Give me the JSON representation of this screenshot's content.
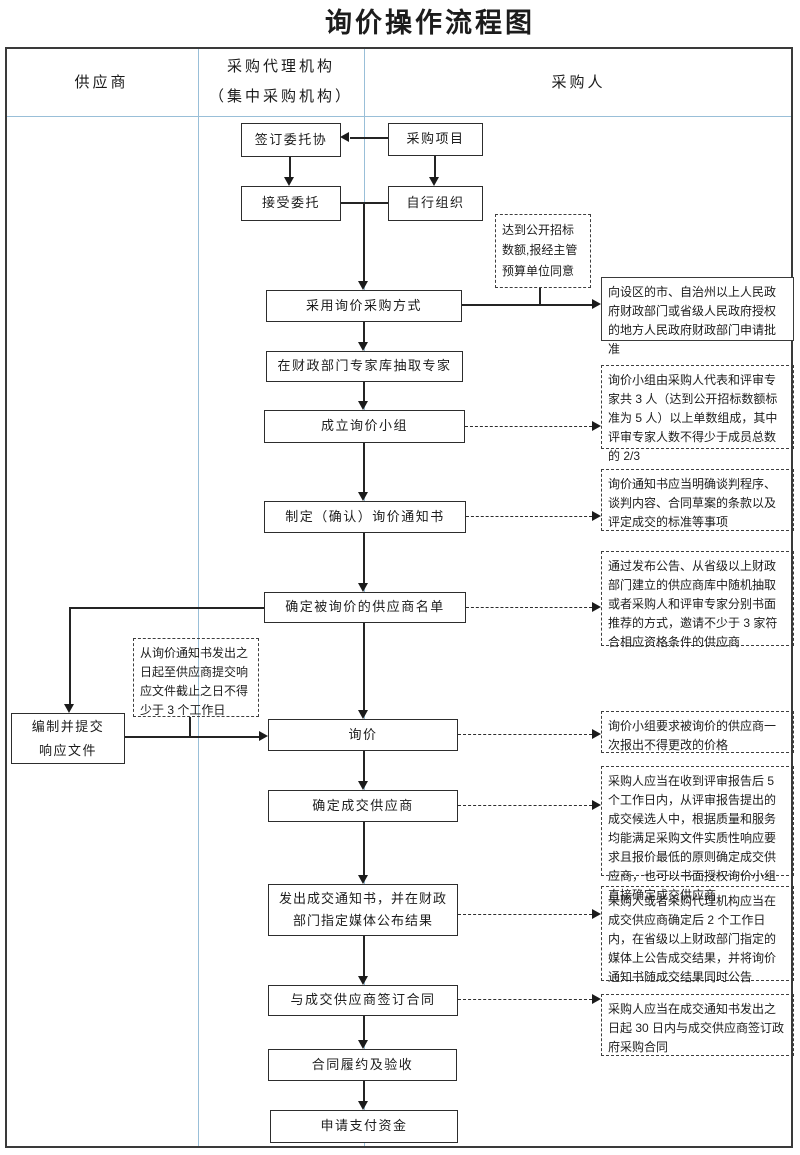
{
  "title": "询价操作流程图",
  "columns": {
    "supplier": "供应商",
    "agency_line1": "采购代理机构",
    "agency_line2": "（集中采购机构）",
    "purchaser": "采购人"
  },
  "nodes": {
    "sign_agreement": "签订委托协",
    "procurement_project": "采购项目",
    "accept_entrust": "接受委托",
    "self_organize": "自行组织",
    "adopt_inquiry": "采用询价采购方式",
    "extract_experts": "在财政部门专家库抽取专家",
    "form_inquiry_team": "成立询价小组",
    "make_inquiry_notice": "制定（确认）询价通知书",
    "determine_supplier_list": "确定被询价的供应商名单",
    "prepare_response_line1": "编制并提交",
    "prepare_response_line2": "响应文件",
    "inquiry": "询价",
    "determine_winner": "确定成交供应商",
    "issue_notice": "发出成交通知书，并在财政部门指定媒体公布结果",
    "sign_contract": "与成交供应商签订合同",
    "contract_performance": "合同履约及验收",
    "apply_payment": "申请支付资金"
  },
  "notes": {
    "over_threshold": "达到公开招标数额,报经主管预算单位同意",
    "apply_approval": "向设区的市、自治州以上人民政府财政部门或省级人民政府授权的地方人民政府财政部门申请批准",
    "team_composition": "询价小组由采购人代表和评审专家共 3 人（达到公开招标数额标准为 5 人）以上单数组成，其中评审专家人数不得少于成员总数的 2/3",
    "notice_content": "询价通知书应当明确谈判程序、谈判内容、合同草案的条款以及评定成交的标准等事项",
    "supplier_invitation": "通过发布公告、从省级以上财政部门建立的供应商库中随机抽取或者采购人和评审专家分别书面推荐的方式，邀请不少于 3 家符合相应资格条件的供应商",
    "one_quote": "询价小组要求被询价的供应商一次报出不得更改的价格",
    "winner_determination": "采购人应当在收到评审报告后 5 个工作日内，从评审报告提出的成交候选人中，根据质量和服务均能满足采购文件实质性响应要求且报价最低的原则确定成交供应商，也可以书面授权询价小组直接确定成交供应商",
    "result_announcement": "采购人或者采购代理机构应当在成交供应商确定后 2 个工作日内，在省级以上财政部门指定的媒体上公告成交结果，并将询价通知书随成交结果同时公告",
    "contract_deadline": "采购人应当在成交通知书发出之日起 30 日内与成交供应商签订政府采购合同",
    "response_deadline": "从询价通知书发出之日起至供应商提交响应文件截止之日不得少于 3 个工作日"
  }
}
